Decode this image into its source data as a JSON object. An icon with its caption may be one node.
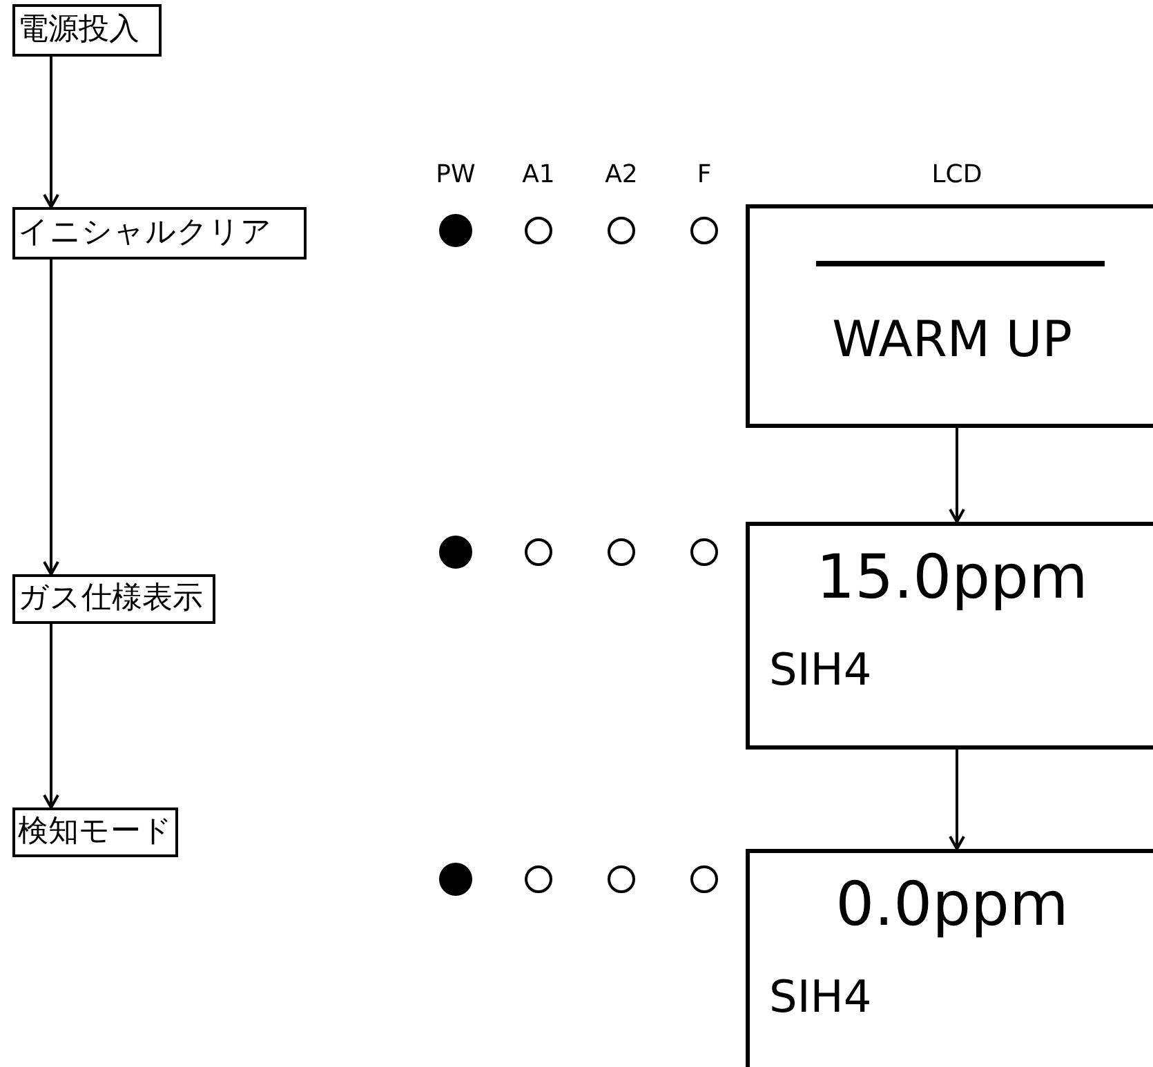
{
  "diagram": {
    "nodes": [
      {
        "text": [
          "電源投入"
        ]
      },
      {
        "text": [
          "イニシャルクリア"
        ]
      },
      {
        "text": [
          "ガス仕様表示"
        ]
      },
      {
        "text": [
          "検知モード"
        ]
      },
      {
        "text": [
          "WARM UP"
        ]
      },
      {
        "text": [
          "15.0ppm",
          "SIH4"
        ]
      },
      {
        "text": [
          "0.0ppm",
          "SIH4"
        ]
      }
    ],
    "edges": [
      {
        "from": 0,
        "to": 1,
        "arrow": "to"
      },
      {
        "from": 1,
        "to": 2,
        "arrow": "to"
      },
      {
        "from": 2,
        "to": 3,
        "arrow": "to"
      },
      {
        "from": 4,
        "to": 5,
        "arrow": "to"
      },
      {
        "from": 5,
        "to": 6,
        "arrow": "to"
      }
    ],
    "labels": [
      "PW",
      "A1",
      "A2",
      "F",
      "LCD"
    ]
  }
}
